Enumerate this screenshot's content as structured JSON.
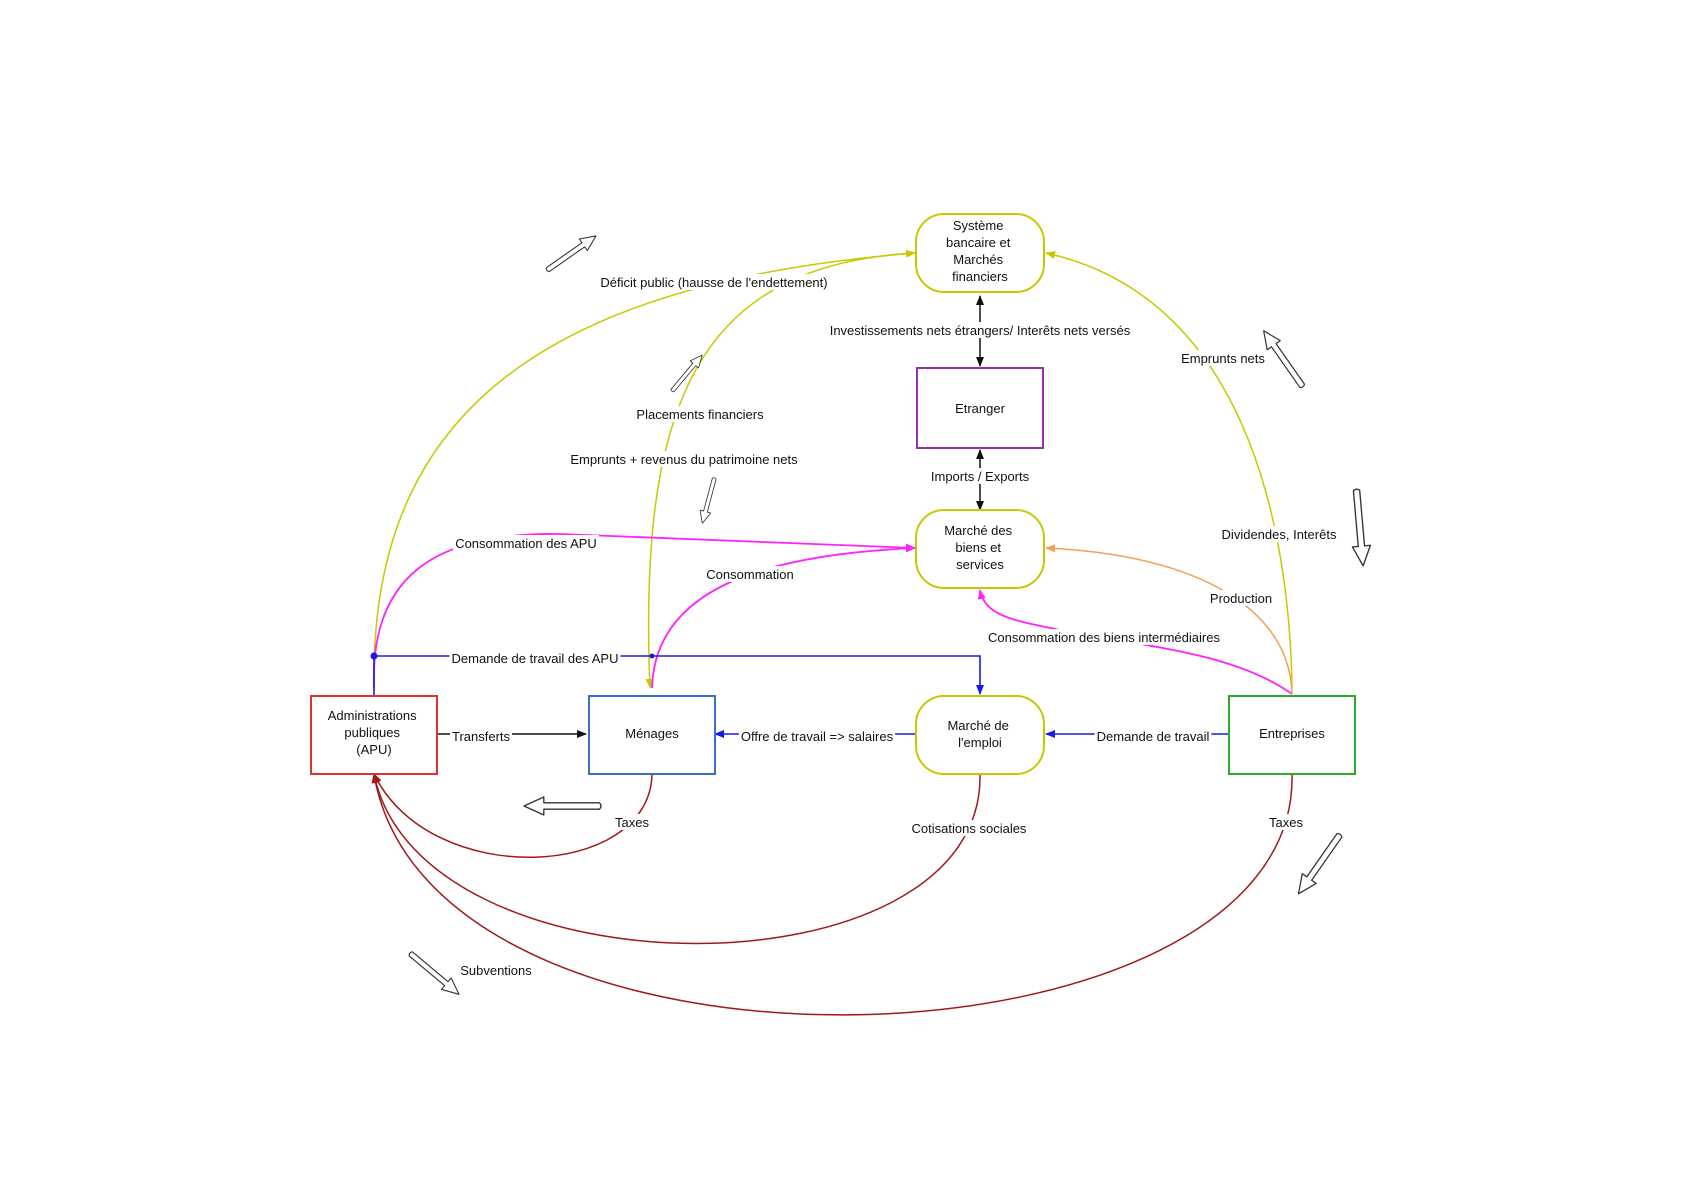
{
  "nodes": {
    "banque": {
      "lines": [
        "Système",
        "bancaire et",
        "Marchés",
        "financiers"
      ],
      "color": "#c8c800"
    },
    "etranger": {
      "lines": [
        "Etranger"
      ],
      "color": "#9b2fae"
    },
    "marche_biens": {
      "lines": [
        "Marché des",
        "biens et",
        "services"
      ],
      "color": "#c8c800"
    },
    "apu": {
      "lines": [
        "Administrations",
        "publiques",
        "(APU)"
      ],
      "color": "#e03030"
    },
    "menages": {
      "lines": [
        "Ménages"
      ],
      "color": "#3a6fc4"
    },
    "marche_emploi": {
      "lines": [
        "Marché de",
        "l'emploi"
      ],
      "color": "#c8c800"
    },
    "entreprises": {
      "lines": [
        "Entreprises"
      ],
      "color": "#2eaa2e"
    }
  },
  "edges": {
    "deficit": "Déficit public (hausse de l'endettement)",
    "investissements": "Investissements nets étrangers/ Interêts nets versés",
    "emprunts_nets": "Emprunts nets",
    "placements": "Placements financiers",
    "emprunts_revenus": "Emprunts + revenus du patrimoine nets",
    "imports_exports": "Imports / Exports",
    "consommation_apu": "Consommation des APU",
    "dividendes": "Dividendes, Interêts",
    "consommation": "Consommation",
    "production": "Production",
    "conso_intermediaires": "Consommation des biens intermédiaires",
    "demande_travail_apu": "Demande de travail des APU",
    "transferts": "Transferts",
    "offre_travail": "Offre de travail => salaires",
    "demande_travail": "Demande de travail",
    "taxes_menages": "Taxes",
    "cotisations": "Cotisations sociales",
    "taxes_entreprises": "Taxes",
    "subventions": "Subventions"
  },
  "colors": {
    "financial": "#c8c800",
    "consumption": "#ff22ff",
    "labor": "#1a1ae6",
    "public_revenue": "#a01818",
    "production": "#f0a050",
    "trade": "#111111"
  },
  "icons": [
    "hollow-arrow-icon"
  ]
}
